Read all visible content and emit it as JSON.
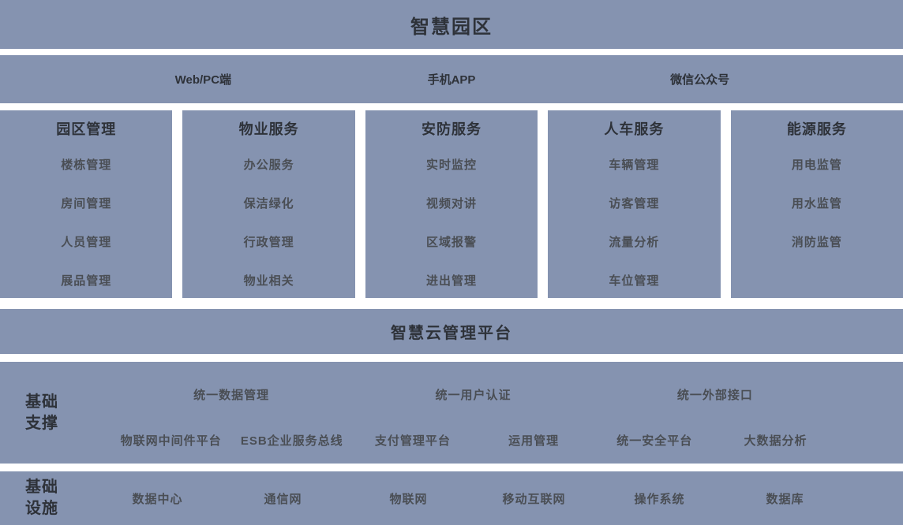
{
  "colors": {
    "band_bg": "#8593B0",
    "gap_bg": "#FFFFFF",
    "heading_text": "#2E3239",
    "item_text": "#4A4E54"
  },
  "title": "智慧园区",
  "channels": [
    "Web/PC端",
    "手机APP",
    "微信公众号"
  ],
  "service_columns": [
    {
      "title": "园区管理",
      "items": [
        "楼栋管理",
        "房间管理",
        "人员管理",
        "展品管理"
      ]
    },
    {
      "title": "物业服务",
      "items": [
        "办公服务",
        "保洁绿化",
        "行政管理",
        "物业相关"
      ]
    },
    {
      "title": "安防服务",
      "items": [
        "实时监控",
        "视频对讲",
        "区域报警",
        "进出管理"
      ]
    },
    {
      "title": "人车服务",
      "items": [
        "车辆管理",
        "访客管理",
        "流量分析",
        "车位管理"
      ]
    },
    {
      "title": "能源服务",
      "items": [
        "用电监管",
        "用水监管",
        "消防监管"
      ]
    }
  ],
  "platform": {
    "title": "智慧云管理平台"
  },
  "support": {
    "label": "基础\n支撑",
    "row1": [
      "统一数据管理",
      "统一用户认证",
      "统一外部接口"
    ],
    "row2": [
      "物联网中间件平台",
      "ESB企业服务总线",
      "支付管理平台",
      "运用管理",
      "统一安全平台",
      "大数据分析"
    ]
  },
  "infra": {
    "label": "基础\n设施",
    "items": [
      "数据中心",
      "通信网",
      "物联网",
      "移动互联网",
      "操作系统",
      "数据库"
    ]
  }
}
